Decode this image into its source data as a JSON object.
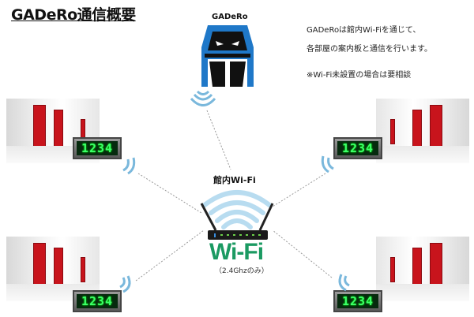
{
  "title": "GADeRo通信概要",
  "logo": {
    "label": "GADeRo"
  },
  "description": {
    "line1": "GADeRoは館内Wi-Fiを通じて、",
    "line2": "各部屋の案内板と通信を行います。",
    "note": "※Wi-Fi未設置の場合は要相談"
  },
  "router": {
    "label": "館内Wi-Fi",
    "wifi_text": "Wi-Fi",
    "band": "（2.4Ghzのみ）"
  },
  "rooms": [
    {
      "display": "1234"
    },
    {
      "display": "1234"
    },
    {
      "display": "1234"
    },
    {
      "display": "1234"
    }
  ],
  "colors": {
    "logo_blue": "#1f78c8",
    "wave": "#7ab8dc",
    "wifi_green": "#1b9a62",
    "door_red": "#c8141c"
  }
}
